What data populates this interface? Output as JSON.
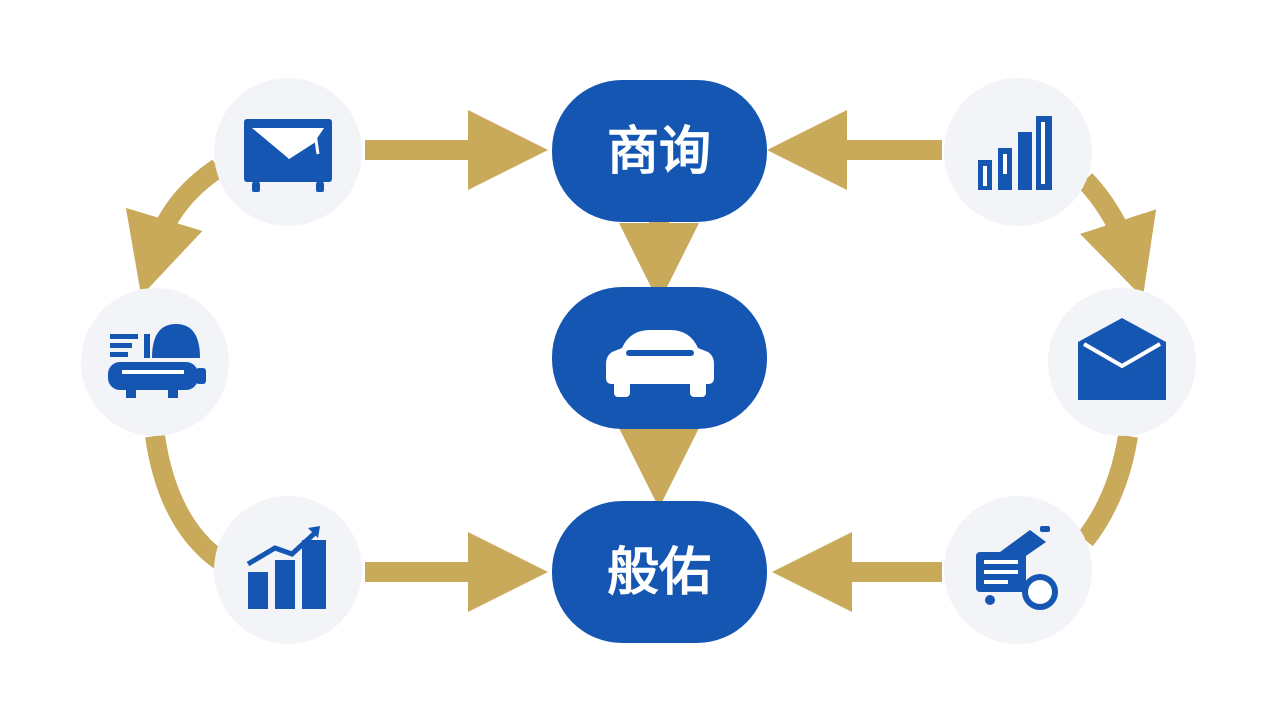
{
  "colors": {
    "node_blue": "#1556b3",
    "arrow_gold": "#c9aa5b",
    "circle_bg": "#f2f4f7",
    "icon_fill": "#1556b3",
    "white": "#ffffff"
  },
  "nodes": {
    "top": {
      "label": "商询"
    },
    "middle": {
      "icon": "car-icon"
    },
    "bottom": {
      "label": "般佑"
    }
  },
  "satellites": [
    {
      "position": "top-left",
      "icon": "mail-cart-icon"
    },
    {
      "position": "middle-left",
      "icon": "machine-icon"
    },
    {
      "position": "bottom-left",
      "icon": "rising-bar-chart-icon"
    },
    {
      "position": "top-right",
      "icon": "bar-chart-icon"
    },
    {
      "position": "middle-right",
      "icon": "envelope-icon"
    },
    {
      "position": "bottom-right",
      "icon": "cart-gear-icon"
    }
  ]
}
